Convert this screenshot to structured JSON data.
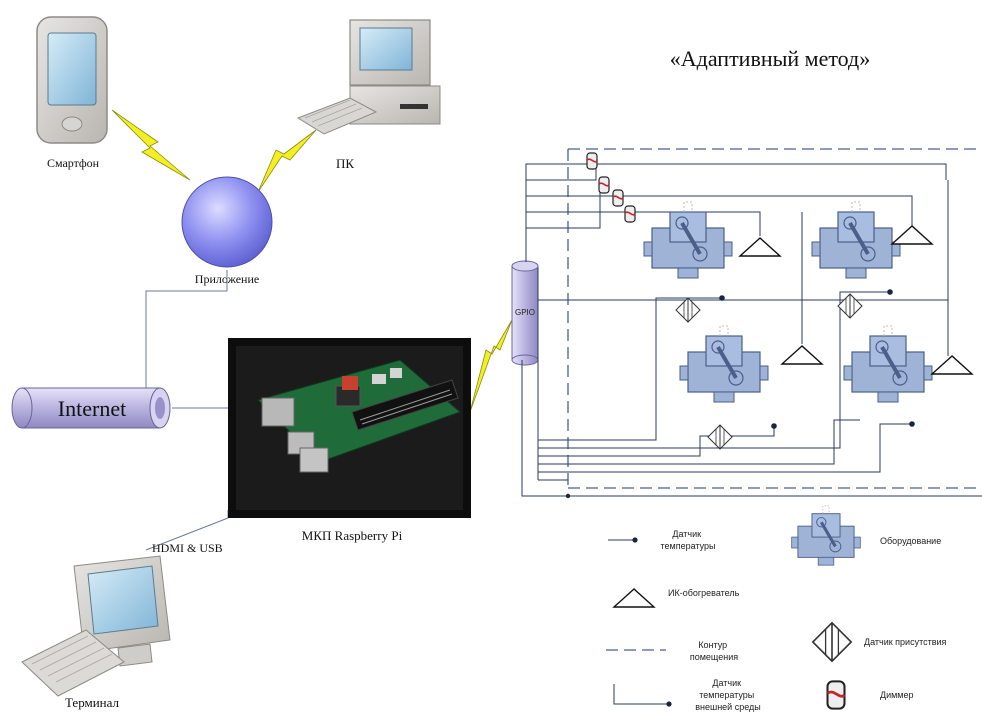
{
  "title": "«Адаптивный метод»",
  "network": {
    "smartphone_label": "Смартфон",
    "pc_label": "ПК",
    "app_label": "Приложение",
    "internet_label": "Internet",
    "board_label": "МКП Raspberry Pi",
    "hdmi_label": "HDMI & USB",
    "terminal_label": "Терминал",
    "gpio_label": "GPIO"
  },
  "legend": {
    "temp_sensor": [
      "Датчик",
      "температуры"
    ],
    "equipment": "Оборудование",
    "ir_heater": "ИК-обогреватель",
    "contour": [
      "Контур",
      "помещения"
    ],
    "presence_sensor": "Датчик присутствия",
    "outdoor_temp_sensor": [
      "Датчик",
      "температуры",
      "внешней среды"
    ],
    "dimmer": "Диммер"
  },
  "colors": {
    "machine_fill": "#9fb3d6",
    "machine_stroke": "#4a5f8a",
    "wire": "#2b3a5c",
    "app_sphere": "#8d8ff0",
    "pipe": "#b9b3df",
    "bolt": "#f4ef22"
  }
}
